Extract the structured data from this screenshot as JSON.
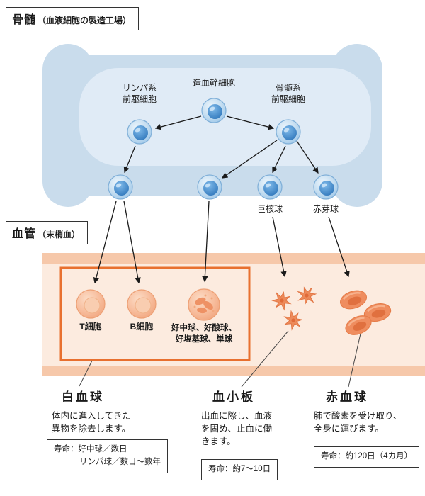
{
  "bone_marrow": {
    "title": "骨髄",
    "subtitle": "（血液細胞の製造工場）",
    "stem_cell": "造血幹細胞",
    "lymphoid_line1": "リンパ系",
    "lymphoid_line2": "前駆細胞",
    "myeloid_line1": "骨髄系",
    "myeloid_line2": "前駆細胞",
    "megakaryocyte": "巨核球",
    "erythroblast": "赤芽球"
  },
  "vessel": {
    "title": "血管",
    "subtitle": "（末梢血）",
    "t_cell": "T細胞",
    "b_cell": "B細胞",
    "granulocytes_line1": "好中球、好酸球、",
    "granulocytes_line2": "好塩基球、単球"
  },
  "legend": {
    "wbc": {
      "heading": "白血球",
      "desc_line1": "体内に進入してきた",
      "desc_line2": "異物を除去します。",
      "lifespan_line1": "寿命：好中球／数日",
      "lifespan_line2": "リンパ球／数日〜数年"
    },
    "platelet": {
      "heading": "血小板",
      "desc_line1": "出血に際し、血液",
      "desc_line2": "を固め、止血に働",
      "desc_line3": "きます。",
      "lifespan": "寿命：約7〜10日"
    },
    "rbc": {
      "heading": "赤血球",
      "desc_line1": "肺で酸素を受け取り、",
      "desc_line2": "全身に運びます。",
      "lifespan": "寿命：約120日（4カ月）"
    }
  },
  "colors": {
    "bone_outer": "#c9dcec",
    "bone_inner": "#e0ebf6",
    "vessel_edge": "#f6c8aa",
    "vessel_inner": "#fcebdf",
    "highlight_box": "#e8702f",
    "cell_blue": "#2a72b8",
    "cell_orange": "#f0936a",
    "arrow": "#1a1a1a"
  }
}
